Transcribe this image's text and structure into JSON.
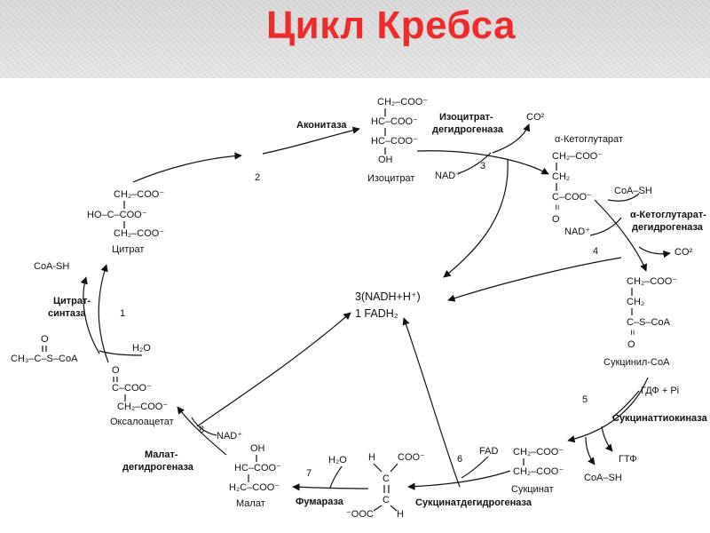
{
  "title": "Цикл Кребса",
  "compounds": {
    "isocitrate": {
      "lines": [
        "CH₂–COO⁻",
        "HC–COO⁻",
        "HC–COO⁻",
        "OH"
      ],
      "name": "Изоцитрат"
    },
    "citrate": {
      "lines": [
        "CH₂–COO⁻",
        "HO–C–COO⁻",
        "CH₂–COO⁻"
      ],
      "name": "Цитрат"
    },
    "alpha_kg": {
      "name": "α-Кетоглутарат",
      "lines": [
        "CH₂–COO⁻",
        "CH₂",
        "C–COO⁻",
        "=",
        "O"
      ]
    },
    "succinyl_coa": {
      "lines": [
        "CH₂–COO⁻",
        "CH₂",
        "C–S–CoA",
        "=",
        "O"
      ],
      "name": "Сукцинил-CoA"
    },
    "succinate": {
      "lines": [
        "CH₂–COO⁻",
        "CH₂–COO⁻"
      ],
      "name": "Сукцинат"
    },
    "fumarate": {
      "lines": [
        "H",
        "COO⁻",
        "C",
        "C",
        "⁻OOC",
        "H"
      ]
    },
    "malate": {
      "lines": [
        "OH",
        "HC–COO⁻",
        "H₂C–COO⁻"
      ],
      "name": "Малат"
    },
    "oxaloacetate": {
      "lines": [
        "O",
        "C–COO⁻",
        "CH₂–COO⁻"
      ],
      "name": "Оксалоацетат"
    },
    "acetyl_coa": {
      "top": "O",
      "formula": "CH₃–C–S–CoA"
    }
  },
  "enzymes": {
    "aconitase": "Аконитаза",
    "idh": [
      "Изоцитрат-",
      "дегидрогеназа"
    ],
    "akgdh": [
      "α-Кетоглутарат-",
      "дегидрогеназа"
    ],
    "succinyl_thiokinase": "Сукцинаттиокиназа",
    "sdh": "Сукцинатдегидрогеназа",
    "fumarase": "Фумараза",
    "mdh": [
      "Малат-",
      "дегидрогеназа"
    ],
    "citrate_synthase": [
      "Цитрат-",
      "синтаза"
    ]
  },
  "cofactors": {
    "co2_3": "CO²",
    "nad_3": "NAD⁺",
    "coa_sh_4": "CoA–SH",
    "nad_4": "NAD⁺",
    "co2_4": "CO²",
    "gdp_pi": "ГДФ + Pi",
    "gtf": "ГТФ",
    "coa_sh_5": "CoA–SH",
    "fad": "FAD",
    "h2o_7": "H₂O",
    "nad_8": "NAD⁺",
    "h2o_1": "H₂O",
    "coa_sh_1": "CoA-SH"
  },
  "steps": [
    "1",
    "2",
    "3",
    "4",
    "5",
    "6",
    "7",
    "8"
  ],
  "center": {
    "line1": "3(NADH+H⁺)",
    "line2": "1 FADH₂"
  }
}
